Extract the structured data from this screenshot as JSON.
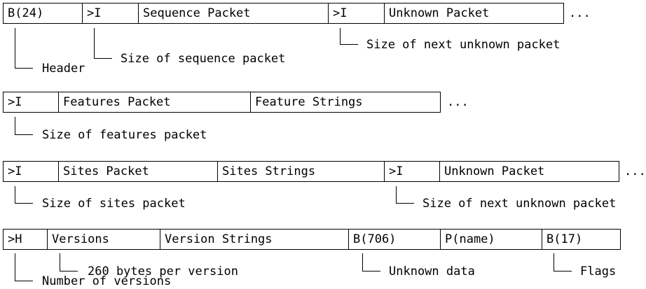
{
  "diagram": {
    "description": "Binary packet format diagram",
    "colors": {
      "background": "#ffffff",
      "line": "#000000",
      "text": "#000000"
    },
    "rows": [
      {
        "name": "header-row",
        "cells": [
          {
            "label": "B(24)"
          },
          {
            "label": ">I"
          },
          {
            "label": "Sequence Packet"
          },
          {
            "label": ">I"
          },
          {
            "label": "Unknown Packet"
          }
        ],
        "ellipsis": "...",
        "callouts": [
          {
            "label": "Header"
          },
          {
            "label": "Size of sequence packet"
          },
          {
            "label": "Size of next unknown packet"
          }
        ]
      },
      {
        "name": "features-row",
        "cells": [
          {
            "label": ">I"
          },
          {
            "label": "Features Packet"
          },
          {
            "label": "Feature Strings"
          }
        ],
        "ellipsis": "...",
        "callouts": [
          {
            "label": "Size of features packet"
          }
        ]
      },
      {
        "name": "sites-row",
        "cells": [
          {
            "label": ">I"
          },
          {
            "label": "Sites Packet"
          },
          {
            "label": "Sites Strings"
          },
          {
            "label": ">I"
          },
          {
            "label": "Unknown Packet"
          }
        ],
        "ellipsis": "...",
        "callouts": [
          {
            "label": "Size of sites packet"
          },
          {
            "label": "Size of next unknown packet"
          }
        ]
      },
      {
        "name": "versions-row",
        "cells": [
          {
            "label": ">H"
          },
          {
            "label": "Versions"
          },
          {
            "label": "Version Strings"
          },
          {
            "label": "B(706)"
          },
          {
            "label": "P(name)"
          },
          {
            "label": "B(17)"
          }
        ],
        "callouts": [
          {
            "label": "Number of versions"
          },
          {
            "label": "260 bytes per version"
          },
          {
            "label": "Unknown data"
          },
          {
            "label": "Flags"
          }
        ]
      }
    ]
  }
}
